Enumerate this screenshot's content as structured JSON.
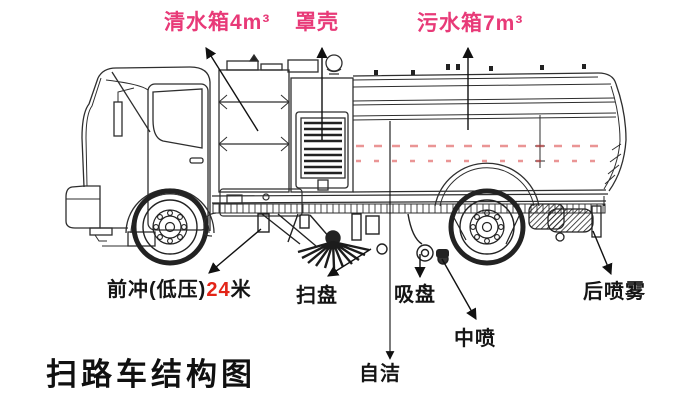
{
  "title": "扫路车结构图",
  "labels": {
    "clean_water_tank": "清水箱4m³",
    "cover_shell": "罩壳",
    "sewage_tank": "污水箱7m³",
    "front_flush_prefix": "前冲(低压)",
    "front_flush_value": "24",
    "front_flush_suffix": "米",
    "sweep_disc": "扫盘",
    "suction_disc": "吸盘",
    "mid_spray": "中喷",
    "self_clean": "自洁",
    "rear_spray_mist": "后喷雾"
  },
  "colors": {
    "label_pink": "#e83a78",
    "value_red": "#e32417",
    "line_art": "#2e2e2e",
    "watermark_red_dash": "#d94040",
    "background": "#ffffff"
  }
}
